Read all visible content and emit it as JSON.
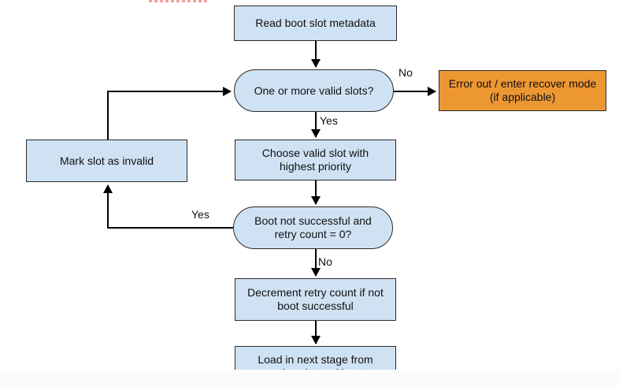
{
  "flowchart": {
    "nodes": {
      "read_metadata": {
        "label": "Read boot slot metadata",
        "type": "process"
      },
      "valid_slots": {
        "label": "One or more valid slots?",
        "type": "decision"
      },
      "error_recover": {
        "label": "Error out / enter recover mode (if applicable)",
        "type": "process"
      },
      "choose_slot": {
        "label": "Choose valid slot with highest priority",
        "type": "process"
      },
      "mark_invalid": {
        "label": "Mark slot as invalid",
        "type": "process"
      },
      "boot_retry": {
        "label": "Boot not successful and retry count = 0?",
        "type": "decision"
      },
      "decrement_retry": {
        "label": "Decrement retry count if not boot successful",
        "type": "process"
      },
      "load_next": {
        "label": "Load in next stage from active slot and boot",
        "type": "process"
      }
    },
    "edge_labels": {
      "valid_slots_no": "No",
      "valid_slots_yes": "Yes",
      "boot_retry_yes": "Yes",
      "boot_retry_no": "No"
    },
    "colors": {
      "node_fill_blue": "#cfe2f3",
      "node_fill_orange": "#ed9733",
      "node_border": "#2b2b2b",
      "arrow": "#000000",
      "artifact_red": "#f0a29a"
    }
  }
}
